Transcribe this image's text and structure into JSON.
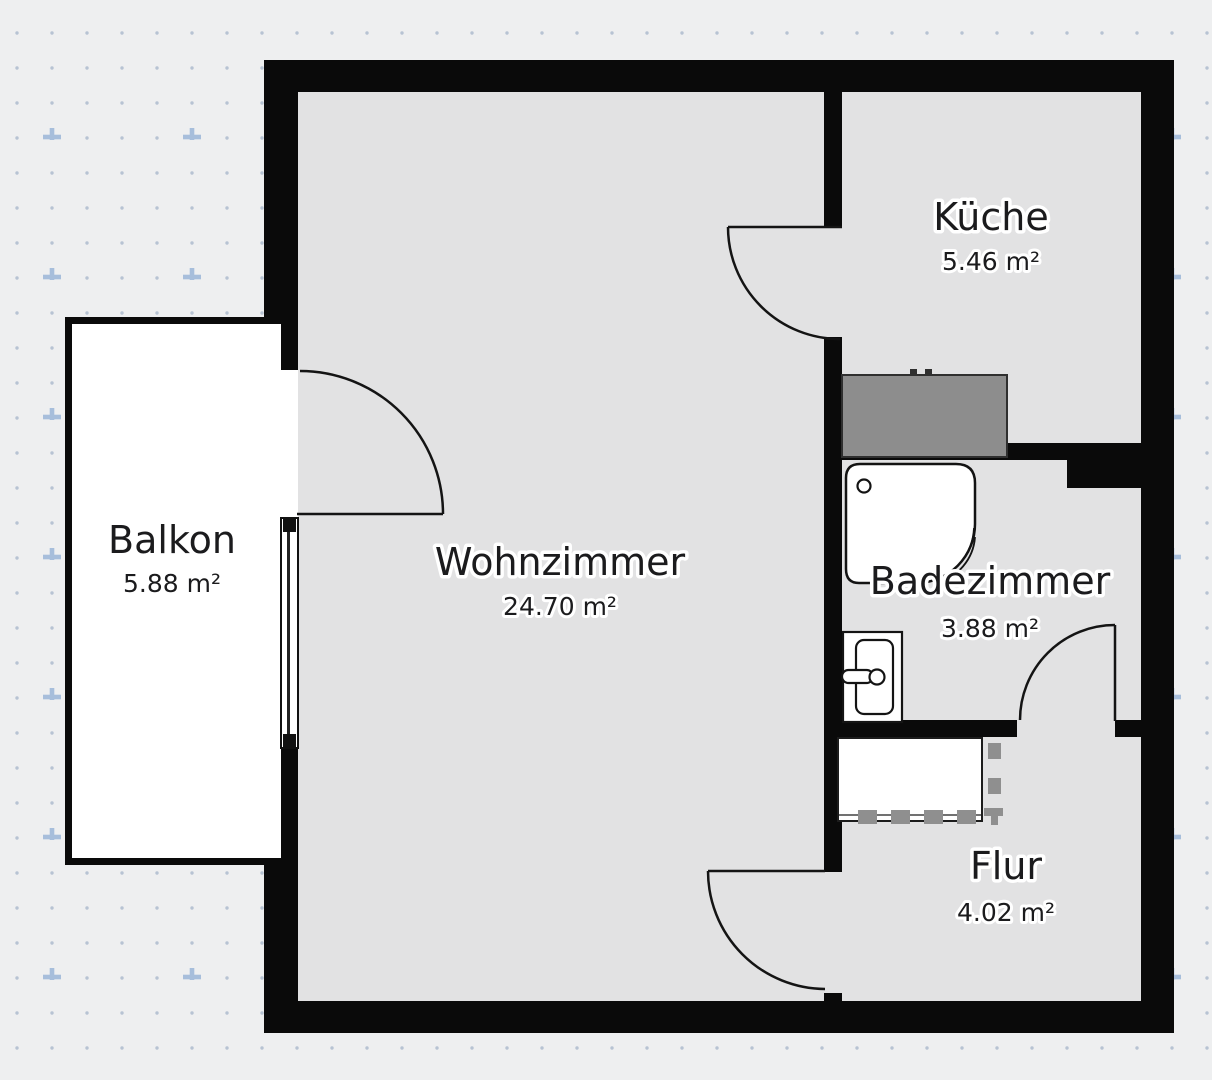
{
  "title": "Apartment floor plan",
  "background": {
    "color": "#eeeff0",
    "dot_color": "#b7c3d3",
    "plus_color": "#a7bedb"
  },
  "plan": {
    "wall_color": "#0a0a0a",
    "floor_color": "#e2e2e3",
    "balcony_color": "#ffffff",
    "counter_color": "#8d8d8d",
    "marker_color": "#8f8f8f",
    "rooms": [
      {
        "name": "Balkon",
        "area": "5.88 m²"
      },
      {
        "name": "Wohnzimmer",
        "area": "24.70 m²"
      },
      {
        "name": "Küche",
        "area": "5.46 m²"
      },
      {
        "name": "Badezimmer",
        "area": "3.88 m²"
      },
      {
        "name": "Flur",
        "area": "4.02 m²"
      }
    ],
    "fixtures": [
      "kitchen-counter",
      "shower",
      "sink",
      "wardrobe"
    ],
    "doors": [
      "balcony-door",
      "kitchen-door",
      "bathroom-door",
      "entry-door"
    ],
    "window": "balcony-window"
  }
}
